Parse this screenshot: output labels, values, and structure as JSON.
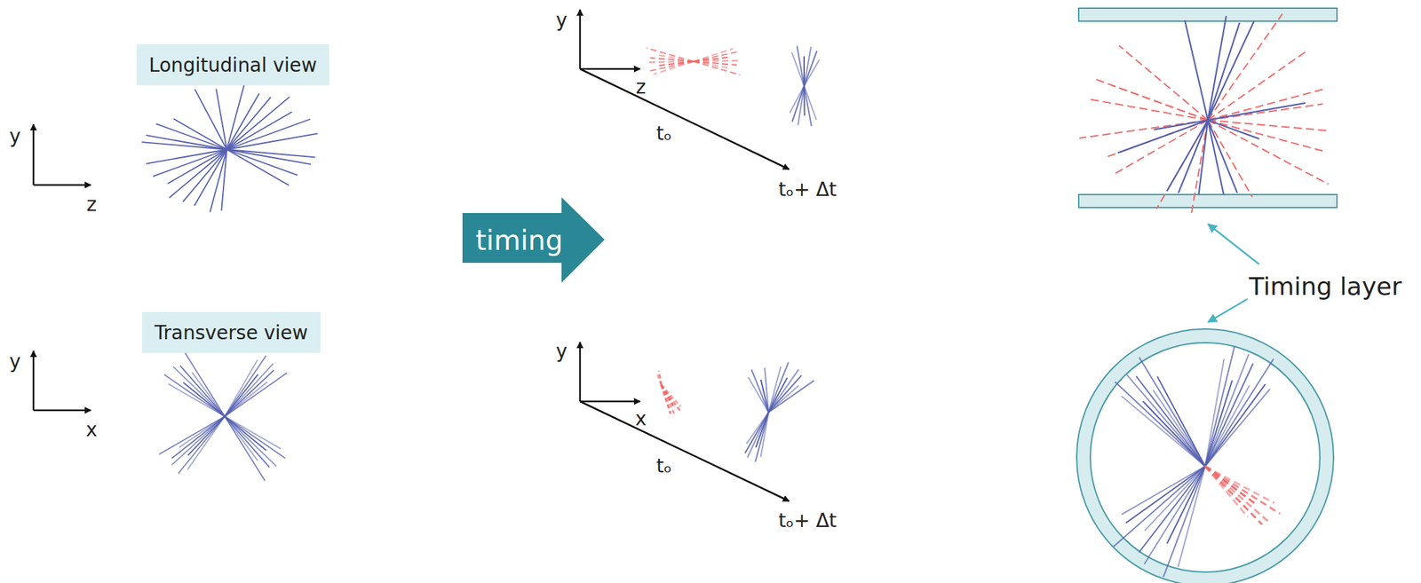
{
  "diagram": {
    "nodes": [
      {
        "text": [
          "Longitudinal view"
        ]
      },
      {
        "text": [
          "Transverse view"
        ]
      },
      {
        "text": [
          "timing"
        ]
      }
    ],
    "labels": [
      "y",
      "z",
      "y",
      "x",
      "y",
      "z",
      "tₒ",
      "tₒ+ Δt",
      "y",
      "x",
      "tₒ",
      "tₒ+ Δt",
      "Timing layer"
    ]
  }
}
